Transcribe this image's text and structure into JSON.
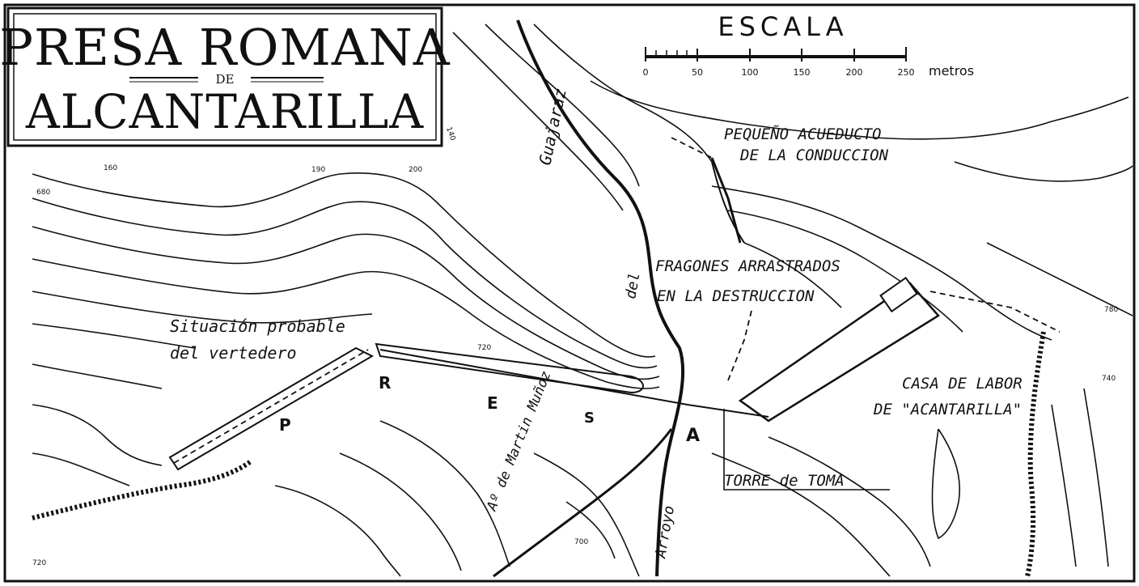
{
  "title": {
    "line1": "PRESA ROMANA",
    "line2": "DE",
    "line3": "ALCANTARILLA"
  },
  "scale": {
    "heading": "ESCALA",
    "ticks": [
      "0",
      "50",
      "100",
      "150",
      "200",
      "250"
    ],
    "unit": "metros"
  },
  "labels": {
    "river": "Guajaraz",
    "river_del": "del",
    "aqueduct_l1": "PEQUEÑO ACUEDUCTO",
    "aqueduct_l2": "DE LA CONDUCCION",
    "fragments_l1": "FRAGONES ARRASTRADOS",
    "fragments_l2": "EN LA DESTRUCCION",
    "spillway_l1": "Situación probable",
    "spillway_l2": "del vertedero",
    "farmhouse_l1": "CASA DE LABOR",
    "farmhouse_l2": "DE \"ACANTARILLA\"",
    "tower": "TORRE de TOMA",
    "stream_martin": "Aº de Martin Muñoz",
    "stream_arroyo": "Arroyo",
    "letter_r": "R",
    "letter_e": "E",
    "letter_p": "P",
    "letter_a": "A",
    "letter_s": "S"
  },
  "contour_labels": {
    "c140": "140",
    "c160": "160",
    "c190": "190",
    "c200": "200",
    "c680": "680",
    "c720": "720",
    "c740": "740",
    "c780": "780",
    "c720b": "720",
    "c700": "700"
  },
  "colors": {
    "ink": "#111111",
    "paper": "#ffffff"
  }
}
